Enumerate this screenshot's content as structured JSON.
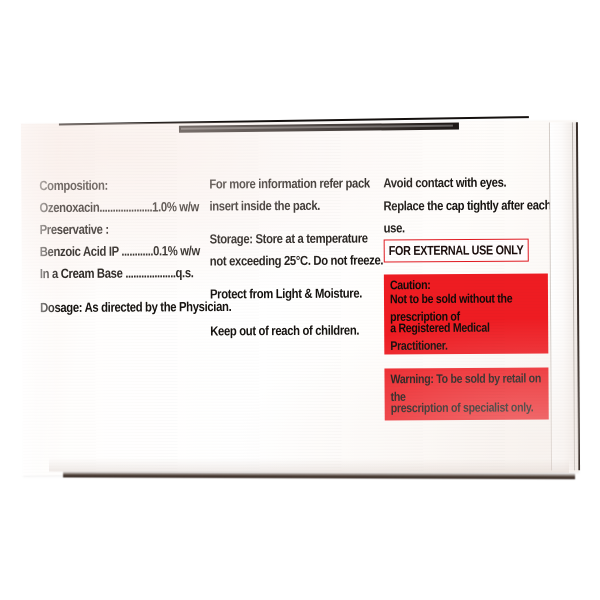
{
  "product_label": {
    "composition": {
      "heading": "Composition:",
      "rows": [
        {
          "name": "Ozenoxacin",
          "leader": "....................",
          "value": "1.0% w/w"
        }
      ],
      "preservative_heading": "Preservative :",
      "preservative_rows": [
        {
          "name": "Benzoic Acid IP",
          "leader": "............",
          "value": "0.1% w/w"
        }
      ],
      "base_row": {
        "name": "In a Cream Base",
        "leader": "...................",
        "value": "q.s."
      },
      "dosage": "Dosage: As directed by the Physician."
    },
    "info": {
      "pack_insert": "For more information refer pack insert inside the pack.",
      "storage": "Storage: Store at a temperature not exceeding 25°C. Do not freeze.",
      "protect": "Protect from Light & Moisture.",
      "keep_away": "Keep out of reach of children."
    },
    "warnings": {
      "avoid_eyes": "Avoid contact with eyes.",
      "replace_cap": "Replace the cap tightly after each use.",
      "external_use": "FOR EXTERNAL USE ONLY",
      "caution_heading": "Caution:",
      "caution_line1": "Not to be sold without the prescription of",
      "caution_line2": "a Registered Medical Practitioner.",
      "warning_line1": "Warning: To be sold by retail on the",
      "warning_line2": "prescription of specialist only."
    },
    "colors": {
      "red": "#ee1c22",
      "border_red": "#e0181f",
      "text": "#15120f",
      "carton": "#ffffff",
      "background": "#ffffff"
    }
  }
}
